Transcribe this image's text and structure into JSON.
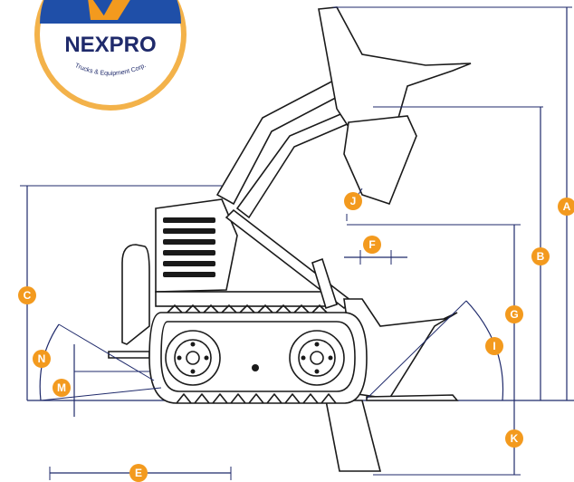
{
  "logo": {
    "brand": "NEXPRO",
    "tagline": "Trucks & Equipment Corp.",
    "colors": {
      "ring": "#f3b24a",
      "top": "#1f4fa8",
      "accent": "#f39a1e"
    }
  },
  "markers": {
    "A": "A",
    "B": "B",
    "C": "C",
    "E": "E",
    "F": "F",
    "G": "G",
    "I": "I",
    "J": "J",
    "K": "K",
    "M": "M",
    "N": "N"
  },
  "colors": {
    "marker": "#f39a1e",
    "dimension_line": "#1f2a6b",
    "machine": "#1a1a1a"
  }
}
